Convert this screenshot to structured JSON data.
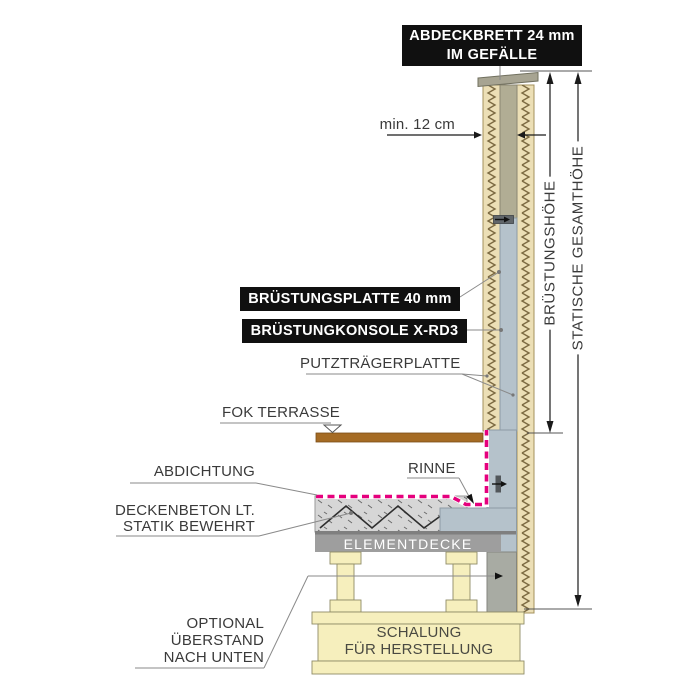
{
  "diagram_title": "Parapet construction detail (Brüstung Detailschnitt)",
  "labels": {
    "abdeckbrett_1": "ABDECKBRETT 24 mm",
    "abdeckbrett_2": "IM GEFÄLLE",
    "min_width": "min. 12 cm",
    "parapet_height": "BRÜSTUNGSHÖHE",
    "total_height": "STATISCHE GESAMTHÖHE",
    "parapet_plate": "BRÜSTUNGSPLATTE 40 mm",
    "console": "BRÜSTUNGKONSOLE X-RD3",
    "plaster_board": "PUTZTRÄGERPLATTE",
    "terrace_level": "FOK TERRASSE",
    "gutter": "RINNE",
    "waterproofing": "ABDICHTUNG",
    "slab_concrete_1": "DECKENBETON LT.",
    "slab_concrete_2": "STATIK BEWEHRT",
    "element_deck": "ELEMENTDECKE",
    "optional_1": "OPTIONAL",
    "optional_2": "ÜBERSTAND",
    "optional_3": "NACH UNTEN",
    "formwork_1": "SCHALUNG",
    "formwork_2": "FÜR HERSTELLUNG"
  },
  "colors": {
    "waterproofing_pink": "#E5007D",
    "insulation_beige": "#ECDFB6",
    "insulation_zigzag": "#7C6A42",
    "parapet_plate_blue": "#B5C2CB",
    "core_tan": "#B1AD94",
    "concrete_gray": "#D6D6D6",
    "element_deck_gray": "#9E9E9E",
    "formwork_yellow": "#F6EFBD",
    "terrace_board_brown": "#A56B24",
    "cap_board_gray": "#A7A492",
    "callout_black": "#101010"
  }
}
